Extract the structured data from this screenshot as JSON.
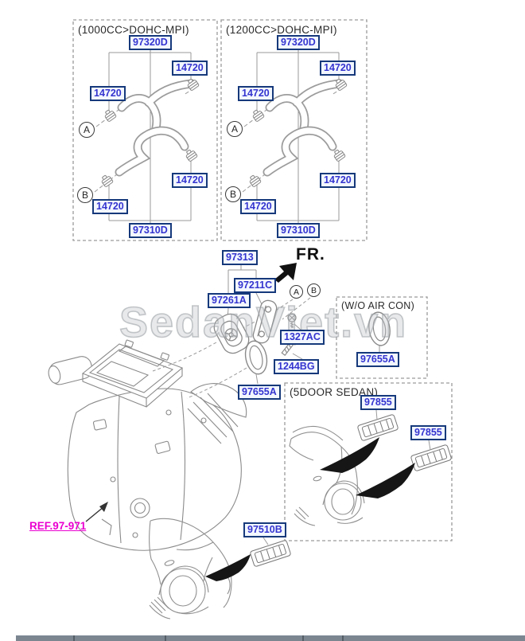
{
  "watermark": {
    "text": "SedanViet.vn"
  },
  "direction": {
    "label": "FR."
  },
  "view_markers": {
    "a": "A",
    "b": "B"
  },
  "engine_variant_boxes": [
    {
      "title": "(1000CC>DOHC-MPI)",
      "upper_hose": "97320D",
      "lower_hose": "97310D",
      "clamp": "14720"
    },
    {
      "title": "(1200CC>DOHC-MPI)",
      "upper_hose": "97320D",
      "lower_hose": "97310D",
      "clamp": "14720"
    }
  ],
  "heater_unit_callouts": {
    "tube_assembly": "97313",
    "bracket": "97211C",
    "heater_valve": "97261A",
    "nut": "1327AC",
    "bolt": "1244BG",
    "seal": "97655A"
  },
  "wo_air_con": {
    "title": "(W/O AIR CON)",
    "seal": "97655A"
  },
  "five_door_sedan": {
    "title": "(5DOOR SEDAN)",
    "extractor_left": "97855",
    "extractor_right": "97855"
  },
  "body_vent": {
    "extractor": "97510B"
  },
  "reference": {
    "label": "REF.97-971"
  },
  "colors": {
    "accent_label": "#3434cf",
    "label_border": "#16397b",
    "reference_magenta": "#ea00d0",
    "footer_bar": "#7b8691"
  }
}
